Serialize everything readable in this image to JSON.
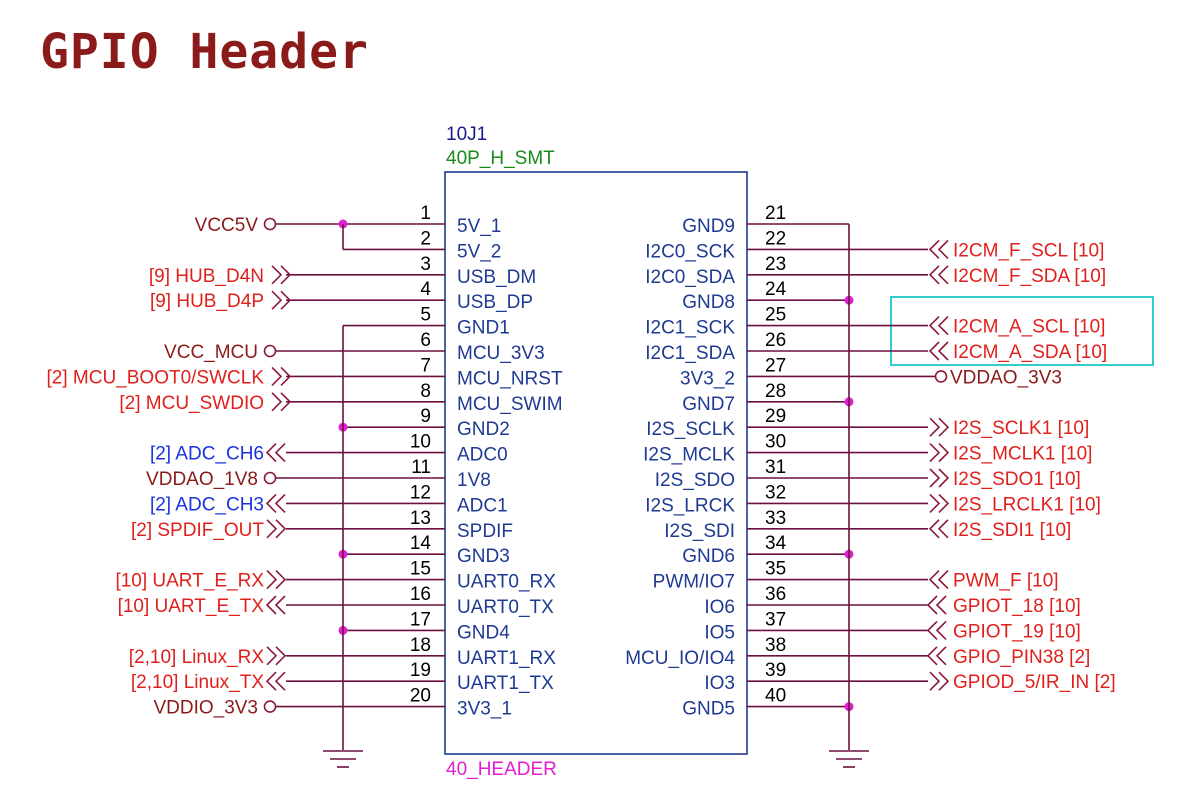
{
  "title": "GPIO Header",
  "component": {
    "designator": "10J1",
    "value": "40P_H_SMT",
    "footprint": "40_HEADER"
  },
  "colors": {
    "title": "#8b1a1a",
    "designator": "#1a1a8b",
    "value": "#1a8b1a",
    "footprint": "#e020d0",
    "pin_name": "#1f3a93",
    "wire": "#6b1040",
    "net_red": "#e0201c",
    "net_blue": "#1a32e0",
    "net_dark": "#8b1a1a",
    "junction": "#e020d0",
    "highlight": "#33cccc"
  },
  "left_pins": [
    {
      "num": "1",
      "name": "5V_1",
      "net": "VCC5V",
      "sym": "power",
      "color": "dark",
      "junction": true
    },
    {
      "num": "2",
      "name": "5V_2",
      "net": "",
      "sym": "none",
      "color": "dark",
      "tie": "up"
    },
    {
      "num": "3",
      "name": "USB_DM",
      "net": "[9]  HUB_D4N",
      "sym": "bidir",
      "color": "red"
    },
    {
      "num": "4",
      "name": "USB_DP",
      "net": "[9]  HUB_D4P",
      "sym": "bidir",
      "color": "red"
    },
    {
      "num": "5",
      "name": "GND1",
      "net": "",
      "sym": "gndbus",
      "color": "dark"
    },
    {
      "num": "6",
      "name": "MCU_3V3",
      "net": "VCC_MCU",
      "sym": "power",
      "color": "dark"
    },
    {
      "num": "7",
      "name": "MCU_NRST",
      "net": "[2]  MCU_BOOT0/SWCLK",
      "sym": "bidir",
      "color": "red"
    },
    {
      "num": "8",
      "name": "MCU_SWIM",
      "net": "[2]  MCU_SWDIO",
      "sym": "bidir",
      "color": "red"
    },
    {
      "num": "9",
      "name": "GND2",
      "net": "",
      "sym": "gndbus",
      "color": "dark",
      "junction": true
    },
    {
      "num": "10",
      "name": "ADC0",
      "net": "[2]  ADC_CH6",
      "sym": "input",
      "color": "blue"
    },
    {
      "num": "11",
      "name": "1V8",
      "net": "VDDAO_1V8",
      "sym": "power",
      "color": "dark"
    },
    {
      "num": "12",
      "name": "ADC1",
      "net": "[2]  ADC_CH3",
      "sym": "input",
      "color": "blue"
    },
    {
      "num": "13",
      "name": "SPDIF",
      "net": "[2]  SPDIF_OUT",
      "sym": "output",
      "color": "red"
    },
    {
      "num": "14",
      "name": "GND3",
      "net": "",
      "sym": "gndbus",
      "color": "dark",
      "junction": true
    },
    {
      "num": "15",
      "name": "UART0_RX",
      "net": "[10]  UART_E_RX",
      "sym": "output",
      "color": "red"
    },
    {
      "num": "16",
      "name": "UART0_TX",
      "net": "[10]  UART_E_TX",
      "sym": "input",
      "color": "red"
    },
    {
      "num": "17",
      "name": "GND4",
      "net": "",
      "sym": "gndbus",
      "color": "dark",
      "junction": true
    },
    {
      "num": "18",
      "name": "UART1_RX",
      "net": "[2,10]  Linux_RX",
      "sym": "output",
      "color": "red"
    },
    {
      "num": "19",
      "name": "UART1_TX",
      "net": "[2,10]  Linux_TX",
      "sym": "input",
      "color": "red"
    },
    {
      "num": "20",
      "name": "3V3_1",
      "net": "VDDIO_3V3",
      "sym": "power",
      "color": "dark"
    }
  ],
  "right_pins": [
    {
      "num": "21",
      "name": "GND9",
      "net": "",
      "sym": "gndbus",
      "color": "dark"
    },
    {
      "num": "22",
      "name": "I2C0_SCK",
      "net": "I2CM_F_SCL  [10]",
      "sym": "input",
      "color": "red"
    },
    {
      "num": "23",
      "name": "I2C0_SDA",
      "net": "I2CM_F_SDA  [10]",
      "sym": "input",
      "color": "red"
    },
    {
      "num": "24",
      "name": "GND8",
      "net": "",
      "sym": "gndbus",
      "color": "dark",
      "junction": true
    },
    {
      "num": "25",
      "name": "I2C1_SCK",
      "net": "I2CM_A_SCL  [10]",
      "sym": "input",
      "color": "red",
      "highlight": true
    },
    {
      "num": "26",
      "name": "I2C1_SDA",
      "net": "I2CM_A_SDA  [10]",
      "sym": "input",
      "color": "red",
      "highlight": true
    },
    {
      "num": "27",
      "name": "3V3_2",
      "net": "VDDAO_3V3",
      "sym": "power",
      "color": "dark"
    },
    {
      "num": "28",
      "name": "GND7",
      "net": "",
      "sym": "gndbus",
      "color": "dark",
      "junction": true
    },
    {
      "num": "29",
      "name": "I2S_SCLK",
      "net": "I2S_SCLK1  [10]",
      "sym": "output",
      "color": "red"
    },
    {
      "num": "30",
      "name": "I2S_MCLK",
      "net": "I2S_MCLK1  [10]",
      "sym": "output",
      "color": "red"
    },
    {
      "num": "31",
      "name": "I2S_SDO",
      "net": "I2S_SDO1  [10]",
      "sym": "output",
      "color": "red"
    },
    {
      "num": "32",
      "name": "I2S_LRCK",
      "net": "I2S_LRCLK1  [10]",
      "sym": "output",
      "color": "red"
    },
    {
      "num": "33",
      "name": "I2S_SDI",
      "net": "I2S_SDI1  [10]",
      "sym": "input",
      "color": "red"
    },
    {
      "num": "34",
      "name": "GND6",
      "net": "",
      "sym": "gndbus",
      "color": "dark",
      "junction": true
    },
    {
      "num": "35",
      "name": "PWM/IO7",
      "net": "PWM_F  [10]",
      "sym": "input",
      "color": "red"
    },
    {
      "num": "36",
      "name": "IO6",
      "net": "GPIOT_18  [10]",
      "sym": "bidir",
      "color": "red"
    },
    {
      "num": "37",
      "name": "IO5",
      "net": "GPIOT_19  [10]",
      "sym": "bidir",
      "color": "red"
    },
    {
      "num": "38",
      "name": "MCU_IO/IO4",
      "net": "GPIO_PIN38  [2]",
      "sym": "bidir",
      "color": "red"
    },
    {
      "num": "39",
      "name": "IO3",
      "net": "GPIOD_5/IR_IN  [2]",
      "sym": "output",
      "color": "red"
    },
    {
      "num": "40",
      "name": "GND5",
      "net": "",
      "sym": "gndbus",
      "color": "dark",
      "junction": true
    }
  ]
}
